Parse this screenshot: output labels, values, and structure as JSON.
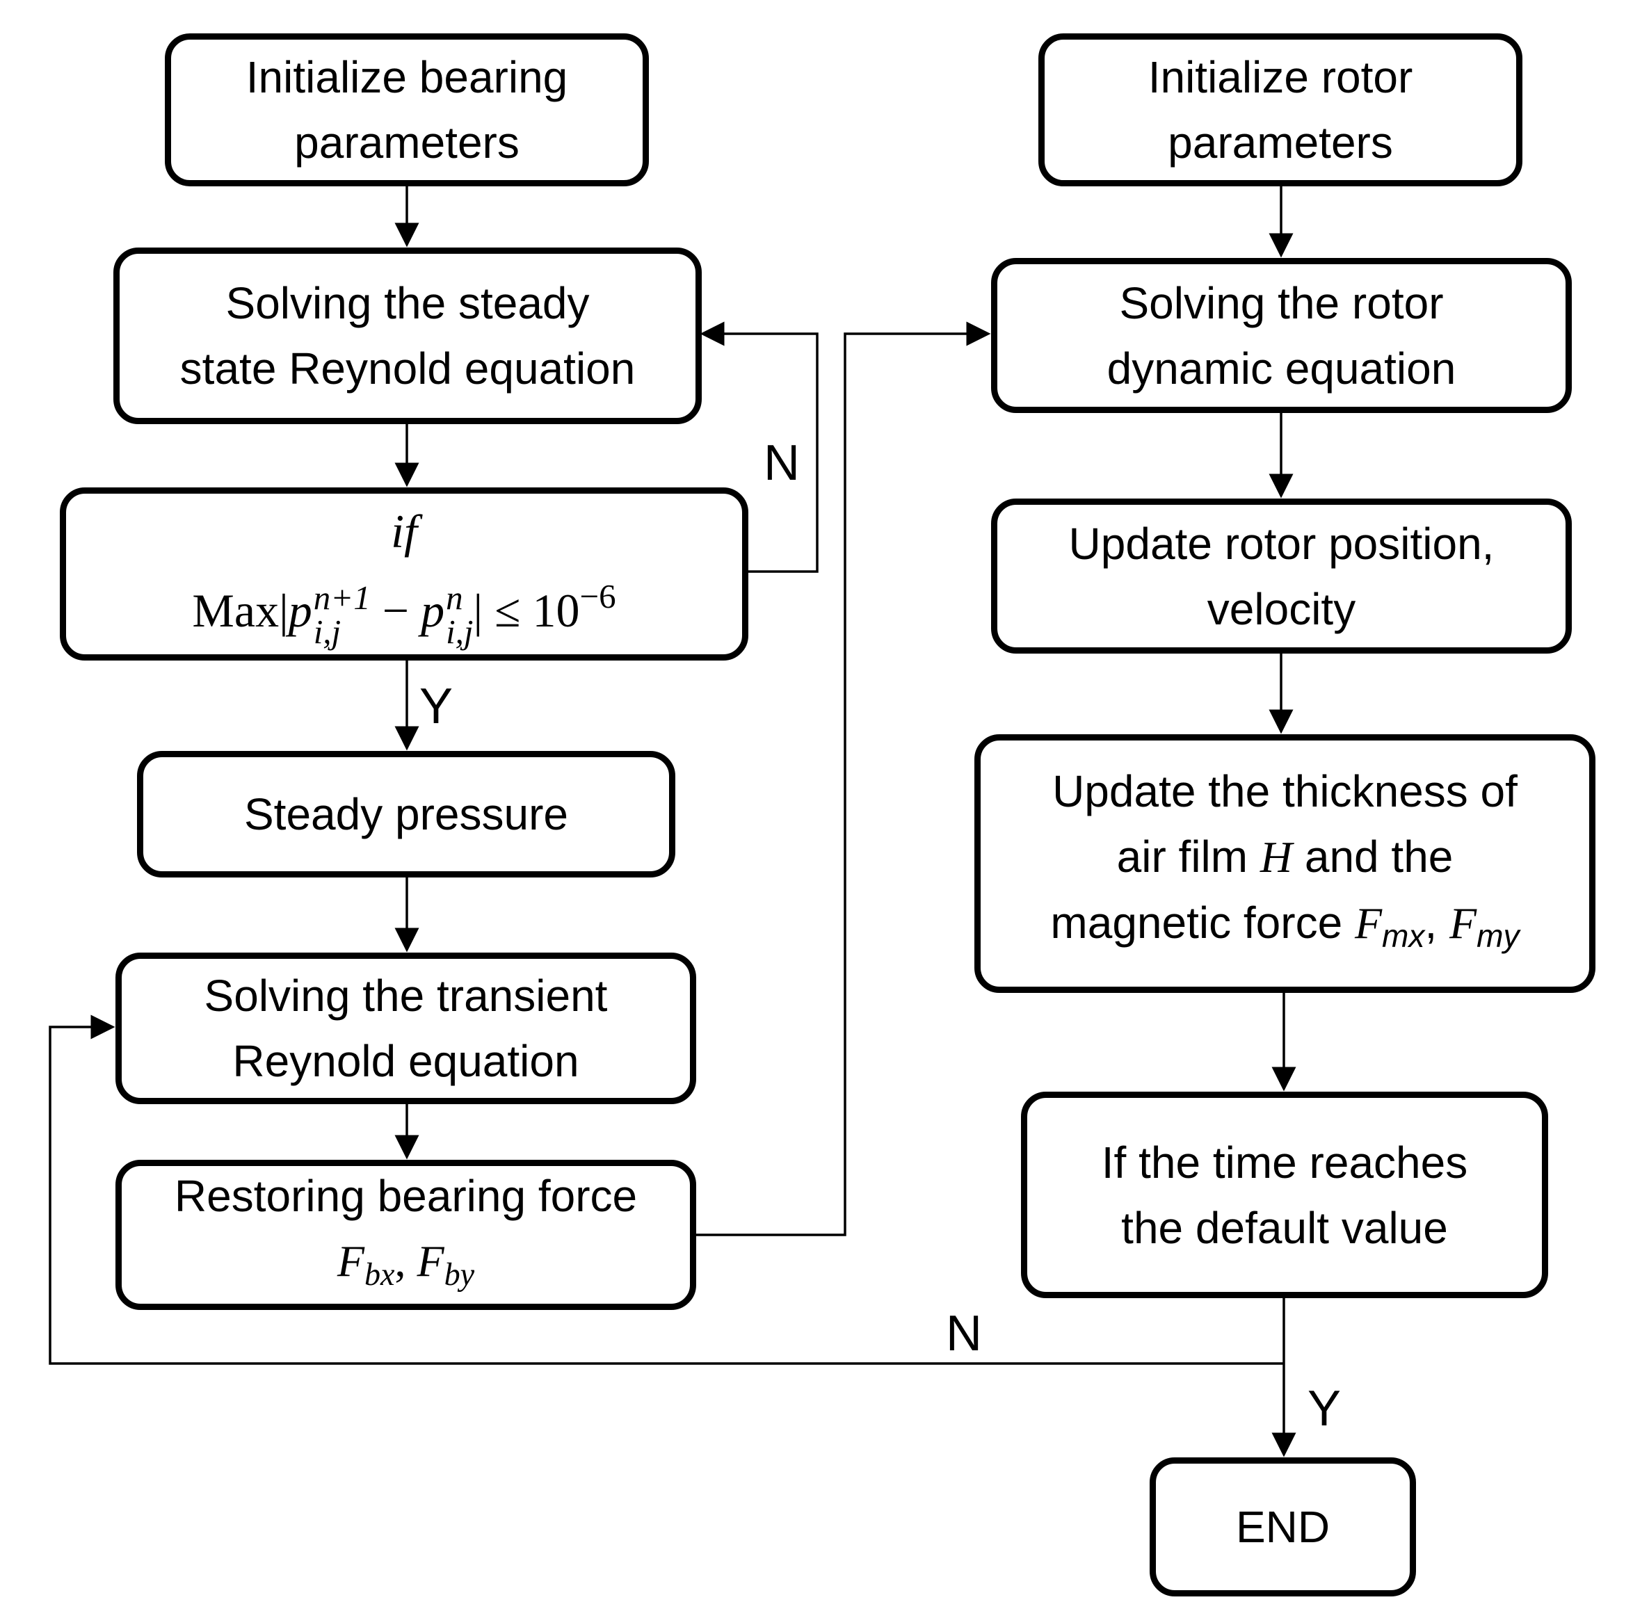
{
  "boxes": {
    "init_bearing": {
      "line1": "Initialize bearing",
      "line2": "parameters"
    },
    "steady_reynold": {
      "line1": "Solving the steady",
      "line2": "state Reynold equation"
    },
    "convergence_check": {
      "line1": "if",
      "max": "Max",
      "p": "p",
      "sup1": "n+1",
      "sub1": "i,j",
      "minus": " − ",
      "sup2": "n",
      "sub2": "i,j",
      "rel": " ≤ 10",
      "exp": "−6"
    },
    "steady_pressure": {
      "line1": "Steady pressure"
    },
    "transient_reynold": {
      "line1": "Solving the transient",
      "line2": "Reynold equation"
    },
    "restoring_force": {
      "line1": "Restoring bearing force",
      "f1": "F",
      "f1sub": "bx",
      "sep": ", ",
      "f2": "F",
      "f2sub": "by"
    },
    "init_rotor": {
      "line1": "Initialize rotor",
      "line2": "parameters"
    },
    "rotor_dynamic": {
      "line1": "Solving the rotor",
      "line2": "dynamic equation"
    },
    "update_position": {
      "line1": "Update rotor position,",
      "line2": "velocity"
    },
    "update_thickness": {
      "line1": "Update the thickness of",
      "line2a": "air film ",
      "h": "H",
      "line2b": " and the",
      "line3a": "magnetic force ",
      "f1": "F",
      "f1sub": "mx",
      "sep": ", ",
      "f2": "F",
      "f2sub": "my"
    },
    "time_check": {
      "line1": "If the time reaches",
      "line2": "the default value"
    },
    "end": {
      "line1": "END"
    }
  },
  "labels": {
    "steady_no": "N",
    "steady_yes": "Y",
    "time_no": "N",
    "time_yes": "Y"
  }
}
